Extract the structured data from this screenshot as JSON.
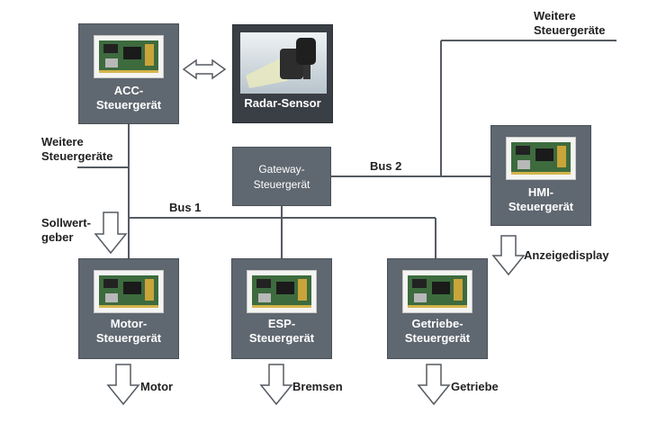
{
  "nodes": {
    "acc": [
      "ACC-",
      "Steuergerät"
    ],
    "radar": "Radar-Sensor",
    "gateway": [
      "Gateway-",
      "Steuergerät"
    ],
    "hmi": [
      "HMI-",
      "Steuergerät"
    ],
    "motor": [
      "Motor-",
      "Steuergerät"
    ],
    "esp": [
      "ESP-",
      "Steuergerät"
    ],
    "getriebe": [
      "Getriebe-",
      "Steuergerät"
    ]
  },
  "labels": {
    "weitere_top": [
      "Weitere",
      "Steuergeräte"
    ],
    "weitere_left": [
      "Weitere",
      "Steuergeräte"
    ],
    "sollwert": [
      "Sollwert-",
      "geber"
    ],
    "bus1": "Bus 1",
    "bus2": "Bus 2",
    "anzeige": "Anzeigedisplay",
    "motor_out": "Motor",
    "bremsen_out": "Bremsen",
    "getriebe_out": "Getriebe"
  },
  "colors": {
    "box": "#5f6770",
    "radar_box": "#3a3f45",
    "line": "#555b62",
    "text": "#222222"
  }
}
